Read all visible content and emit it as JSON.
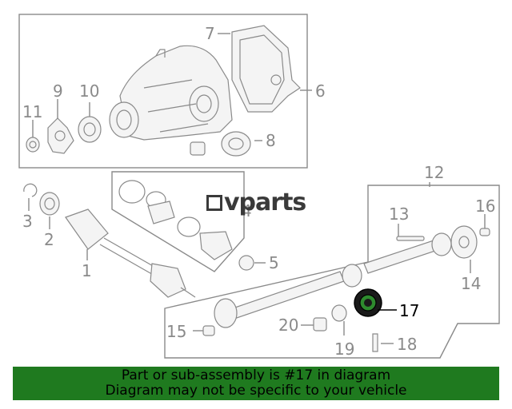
{
  "logo_text": "vparts",
  "callouts": {
    "c1": "1",
    "c2": "2",
    "c3": "3",
    "c4": "4",
    "c5": "5",
    "c6": "6",
    "c7": "7",
    "c8": "8",
    "c9": "9",
    "c10": "10",
    "c11": "11",
    "c12": "12",
    "c13": "13",
    "c14": "14",
    "c15": "15",
    "c16": "16",
    "c17": "17",
    "c18": "18",
    "c19": "19",
    "c20": "20"
  },
  "highlight_callout": "17",
  "banner": {
    "line1": "Part or sub-assembly is #17 in diagram",
    "line2": "Diagram may not be specific to your vehicle"
  },
  "colors": {
    "banner_bg": "#1f7a1f",
    "line_art": "#8a8a8a",
    "highlight": "#000000"
  }
}
